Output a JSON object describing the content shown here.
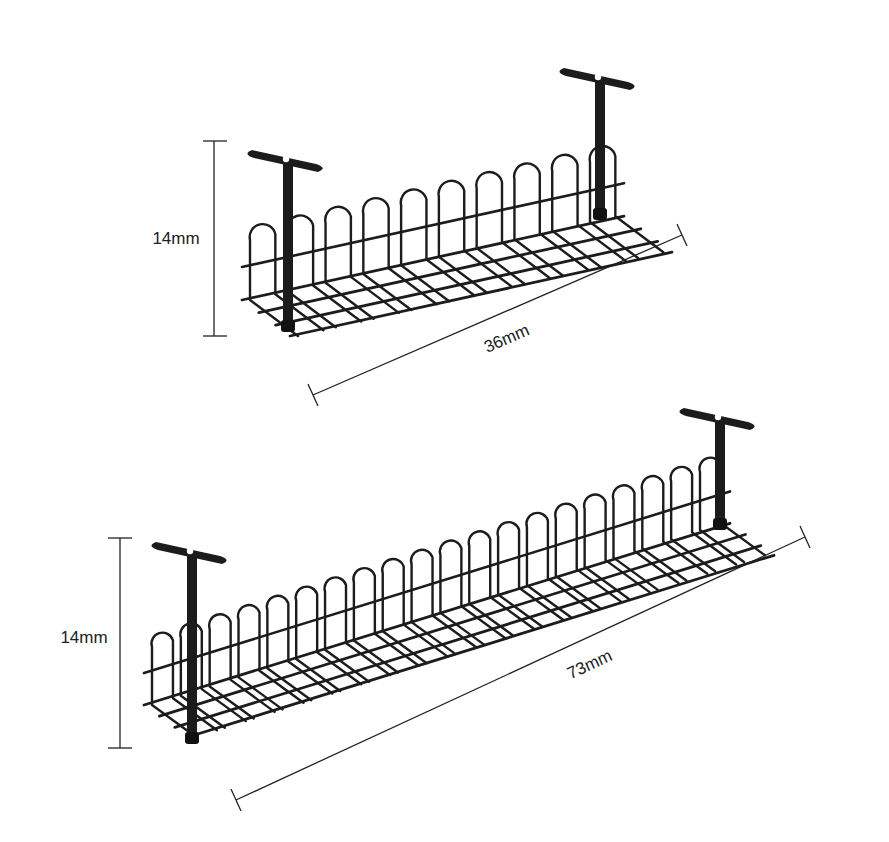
{
  "diagram": {
    "labels": [
      "14mm",
      "36mm",
      "14mm",
      "73mm"
    ]
  }
}
